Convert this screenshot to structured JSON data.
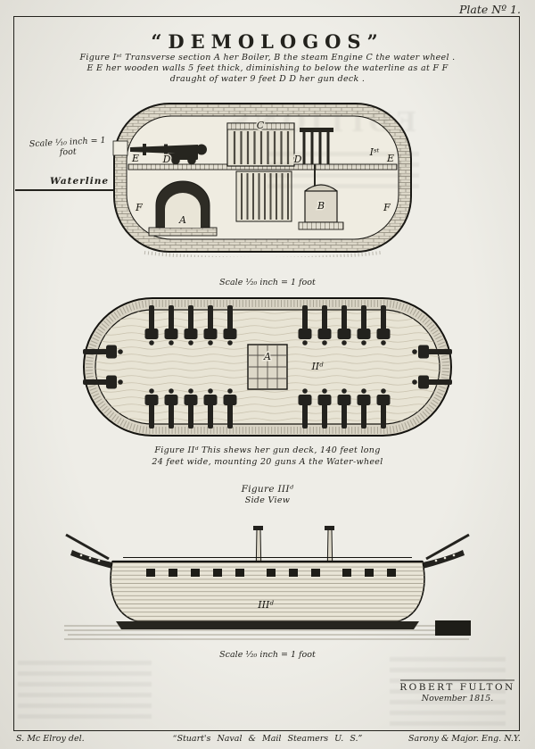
{
  "page": {
    "plate_number": "Plate Nº 1.",
    "title": "“DEMOLOGOS”",
    "signature": {
      "name": "ROBERT FULTON",
      "date": "November 1815."
    },
    "credits": {
      "left": "S. Mc Elroy del.",
      "center": "“Stuart's Naval & Mail Steamers U. S.”",
      "right": "Sarony & Major. Eng. N.Y."
    },
    "bleed_through_text": "EDITIONS"
  },
  "figure1": {
    "caption_line1": "Figure Iˢᵗ Transverse section A her Boiler, B the steam Engine C the water wheel .",
    "caption_line2": "E E her wooden walls 5 feet thick, diminishing to below the waterline as at F F",
    "caption_line3": "draught of water 9 feet  D D her gun deck .",
    "scale": "Scale ¹⁄₁₀ inch = 1 foot",
    "waterline": "Waterline",
    "ref": "Iˢᵗ",
    "labels": {
      "A": "A",
      "B": "B",
      "C": "C",
      "D": "D",
      "E": "E",
      "F": "F"
    }
  },
  "figure2": {
    "scale": "Scale ¹⁄₂₀ inch = 1 foot",
    "caption_line1": "Figure IIᵈ This shews her gun deck, 140 feet long",
    "caption_line2": "24 feet wide, mounting 20 guns  A the Water-wheel",
    "ref": "IIᵈ",
    "label_a": "A"
  },
  "figure3": {
    "title": "Figure IIIᵈ",
    "subtitle": "Side View",
    "scale": "Scale ¹⁄₂₀ inch = 1 foot",
    "ref": "IIIᵈ"
  }
}
